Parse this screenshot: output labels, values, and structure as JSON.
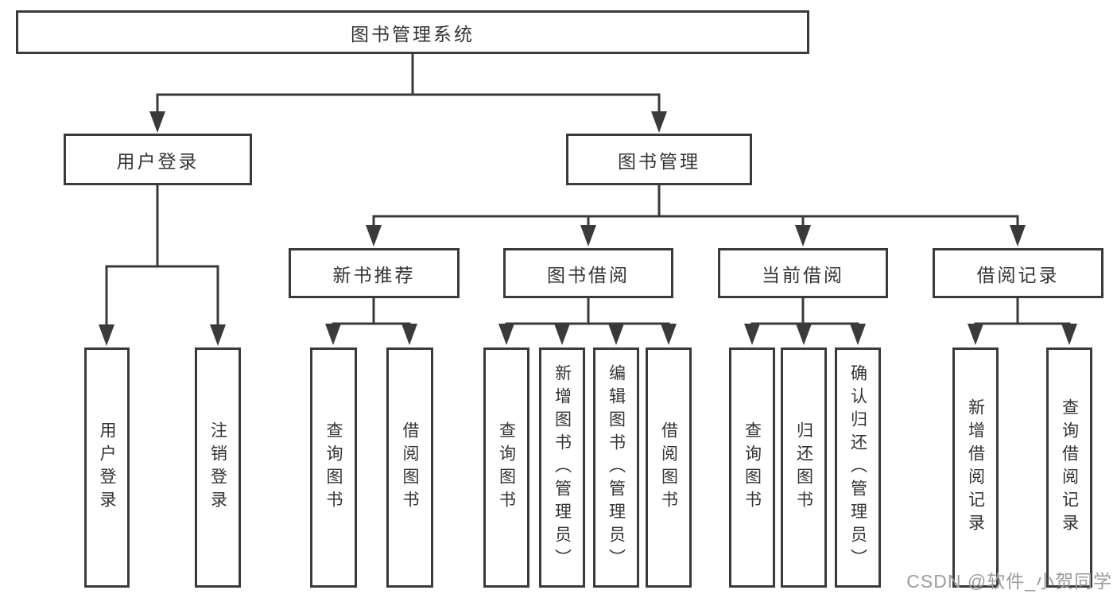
{
  "tree": {
    "label": "图书管理系统",
    "children": [
      {
        "label": "用户登录",
        "children": [
          {
            "label": "用户登录"
          },
          {
            "label": "注销登录"
          }
        ]
      },
      {
        "label": "图书管理",
        "children": [
          {
            "label": "新书推荐",
            "children": [
              {
                "label": "查询图书"
              },
              {
                "label": "借阅图书"
              }
            ]
          },
          {
            "label": "图书借阅",
            "children": [
              {
                "label": "查询图书"
              },
              {
                "label": "新增图书（管理员）"
              },
              {
                "label": "编辑图书（管理员）"
              },
              {
                "label": "借阅图书"
              }
            ]
          },
          {
            "label": "当前借阅",
            "children": [
              {
                "label": "查询图书"
              },
              {
                "label": "归还图书"
              },
              {
                "label": "确认归还（管理员）"
              }
            ]
          },
          {
            "label": "借阅记录",
            "children": [
              {
                "label": "新增借阅记录"
              },
              {
                "label": "查询借阅记录"
              }
            ]
          }
        ]
      }
    ]
  },
  "watermark": {
    "text": "CSDN @软件_小贺同学",
    "color": "#9c9c9c"
  },
  "style": {
    "line_color": "#3a3a3a",
    "text_color": "#333333",
    "box_background": "#ffffff",
    "page_background": "#ffffff"
  }
}
